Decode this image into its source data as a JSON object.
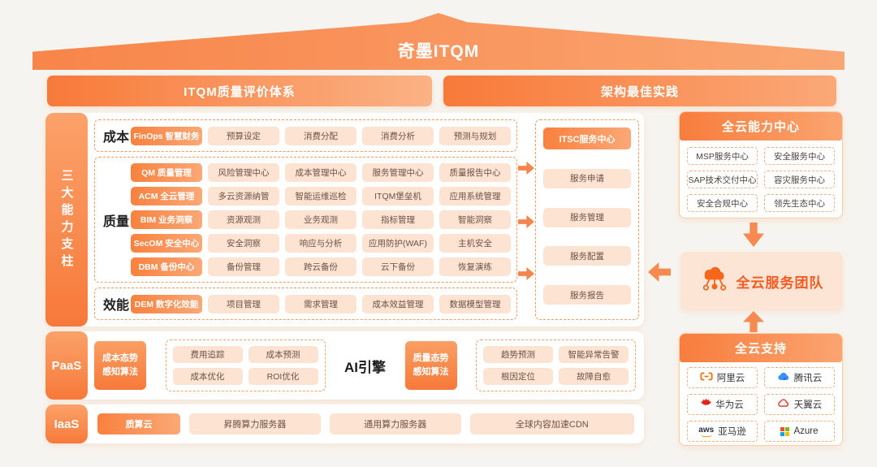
{
  "roof": {
    "title": "奇墨ITQM"
  },
  "headers": {
    "left": "ITQM质量评价体系",
    "right": "架构最佳实践"
  },
  "sidebar": {
    "pillars": "三大能力支柱",
    "paas": "PaaS",
    "iaas": "IaaS"
  },
  "cost": {
    "label": "成本",
    "lead": "FinOps 智慧财务",
    "items": [
      "预算设定",
      "消费分配",
      "消费分析",
      "预测与规划"
    ]
  },
  "quality": {
    "label": "质量",
    "rows": [
      {
        "lead": "QM 质量管理",
        "items": [
          "风险管理中心",
          "成本管理中心",
          "服务管理中心",
          "质量报告中心"
        ]
      },
      {
        "lead": "ACM 全云管理",
        "items": [
          "多云资源纳管",
          "智能运维巡检",
          "ITQM堡垒机",
          "应用系统管理"
        ]
      },
      {
        "lead": "BIM 业务洞察",
        "items": [
          "资源观测",
          "业务观测",
          "指标管理",
          "智能洞察"
        ]
      },
      {
        "lead": "SecOM 安全中心",
        "items": [
          "安全洞察",
          "响应与分析",
          "应用防护(WAF)",
          "主机安全"
        ]
      },
      {
        "lead": "DBM 备份中心",
        "items": [
          "备份管理",
          "跨云备份",
          "云下备份",
          "恢复演练"
        ]
      }
    ]
  },
  "efficiency": {
    "label": "效能",
    "lead": "DEM 数字化效能",
    "items": [
      "项目管理",
      "需求管理",
      "成本效益管理",
      "数据模型管理"
    ]
  },
  "itsc": {
    "title": "ITSC服务中心",
    "items": [
      "服务申请",
      "服务管理",
      "服务配置",
      "服务报告"
    ]
  },
  "ai": {
    "engine": "AI引擎",
    "cost_algo": {
      "title": "成本态势感知算法",
      "items": [
        "费用追踪",
        "成本预测",
        "成本优化",
        "ROI优化"
      ]
    },
    "quality_algo": {
      "title": "质量态势感知算法",
      "items": [
        "趋势预测",
        "智能异常告警",
        "根因定位",
        "故障自愈"
      ]
    }
  },
  "iaas_row": {
    "lead": "质算云",
    "items": [
      "昇腾算力服务器",
      "通用算力服务器",
      "全球内容加速CDN"
    ]
  },
  "capability_center": {
    "title": "全云能力中心",
    "items": [
      "MSP服务中心",
      "安全服务中心",
      "SAP技术交付中心",
      "容灾服务中心",
      "安全合规中心",
      "领先生态中心"
    ]
  },
  "service_team": {
    "title": "全云服务团队"
  },
  "cloud_support": {
    "title": "全云支持",
    "providers": [
      {
        "name": "阿里云"
      },
      {
        "name": "腾讯云"
      },
      {
        "name": "华为云"
      },
      {
        "name": "天翼云"
      },
      {
        "name": "亚马逊",
        "logo_text": "aws"
      },
      {
        "name": "Azure"
      }
    ]
  },
  "colors": {
    "accent": "#F97C3C",
    "accent_light": "#FBA877",
    "pill_bg": "#FCE3D2",
    "canvas_bg": "#F6F4F0"
  }
}
